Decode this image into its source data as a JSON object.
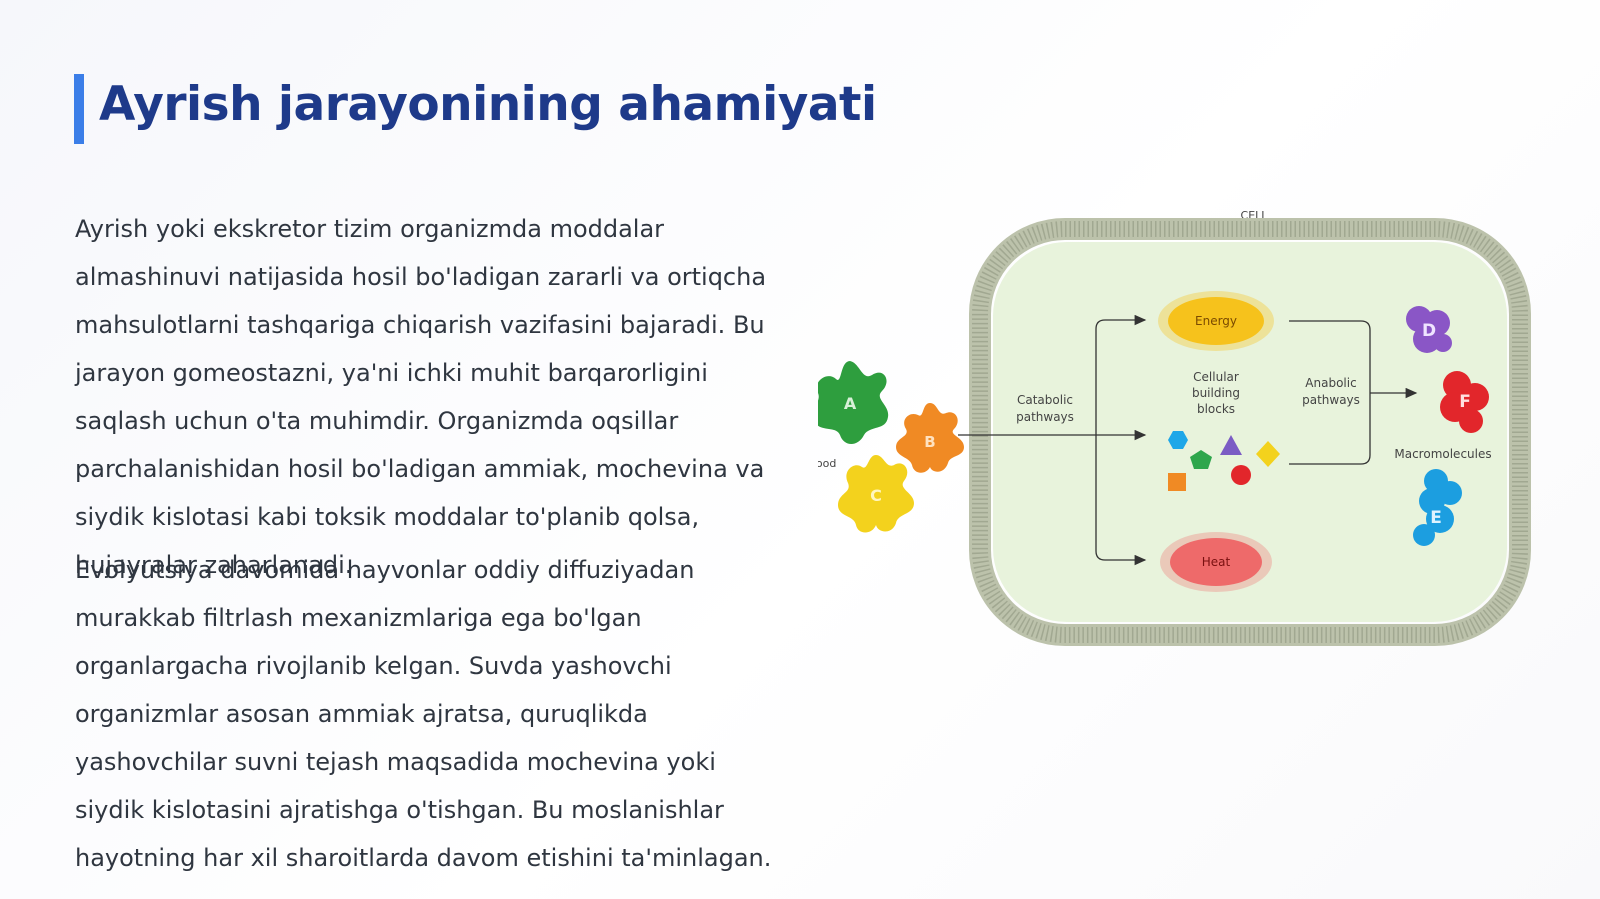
{
  "slide": {
    "title": "Ayrish jarayonining ahamiyati",
    "paragraphs": [
      "Ayrish yoki ekskretor tizim organizmda moddalar almashinuvi natijasida hosil bo'ladigan zararli va ortiqcha mahsulotlarni tashqariga chiqarish vazifasini bajaradi. Bu jarayon gomeostazni, ya'ni ichki muhit barqarorligini saqlash uchun o'ta muhimdir. Organizmda oqsillar parchalanishidan hosil bo'ladigan ammiak, mochevina va siydik kislotasi kabi toksik moddalar to'planib qolsa, hujayralar zaharlanadi.",
      "Evolyutsiya davomida hayvonlar oddiy diffuziyadan murakkab filtrlash mexanizmlariga ega bo'lgan organlargacha rivojlanib kelgan. Suvda yashovchi organizmlar asosan ammiak ajratsa, quruqlikda yashovchilar suvni tejash maqsadida mochevina yoki siydik kislotasini ajratishga o'tishgan. Bu moslanishlar hayotning har xil sharoitlarda davom etishini ta'minlagan."
    ]
  },
  "diagram": {
    "cell_label": "CELL",
    "food_label": "Food",
    "catabolic_label": [
      "Catabolic",
      "pathways"
    ],
    "anabolic_label": [
      "Anabolic",
      "pathways"
    ],
    "building_blocks_label": [
      "Cellular",
      "building",
      "blocks"
    ],
    "energy_label": "Energy",
    "heat_label": "Heat",
    "macromolecules_label": "Macromolecules",
    "food_particles": [
      {
        "letter": "A",
        "color": "#2e9e3e"
      },
      {
        "letter": "B",
        "color": "#f08a24"
      },
      {
        "letter": "C",
        "color": "#f3d21d"
      }
    ],
    "macromolecules": [
      {
        "letter": "D",
        "color": "#8a56c6"
      },
      {
        "letter": "F",
        "color": "#e2262b"
      },
      {
        "letter": "E",
        "color": "#1c9ee0"
      }
    ],
    "colors": {
      "cell_fill": "#e6f2d6",
      "cell_border": "#b9bfa8",
      "energy": "#f6c21c",
      "heat": "#ee6a6a"
    }
  }
}
